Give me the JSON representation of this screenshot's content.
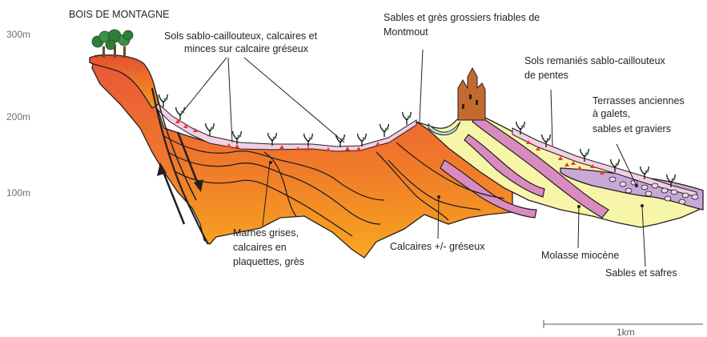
{
  "title": "BOIS DE MONTAGNE",
  "altitudes": [
    "300m",
    "200m",
    "100m"
  ],
  "labels": {
    "sols_sablo": [
      "Sols sablo-caillouteux, calcaires et",
      "minces sur calcaire gréseux"
    ],
    "sables_gres": [
      "Sables et grès grossiers friables de",
      "Montmout"
    ],
    "sols_remanies": [
      "Sols remaniés sablo-caillouteux",
      "de pentes"
    ],
    "terrasses": [
      "Terrasses anciennes",
      "à galets,",
      "sables et graviers"
    ],
    "marnes": [
      "Marnes grises,",
      "calcaires en",
      "plaquettes, grès"
    ],
    "calcaires": "Calcaires +/- gréseux",
    "molasse": "Molasse miocène",
    "sables_safres": "Sables et safres"
  },
  "scale_label": "1km",
  "colors": {
    "calcaire_top": "#e9553a",
    "calcaire_bottom": "#f7a21e",
    "sables_gres": "#f7f5a8",
    "molasse": "#d98bc0",
    "terrasses": "#c9a7d6",
    "soil": "#f2cfe4",
    "pebble": "#e63b2e",
    "water": "#bfe3ef",
    "tree": "#2f7d3a",
    "castle": "#c46a2e"
  }
}
